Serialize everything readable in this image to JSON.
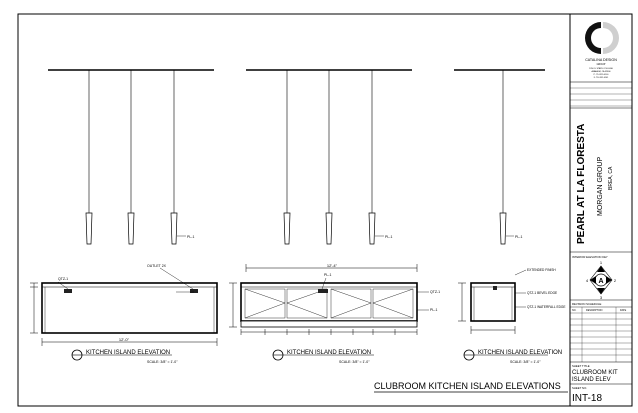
{
  "sheet": {
    "bottom_title": "CLUBROOM KITCHEN ISLAND ELEVATIONS"
  },
  "views": [
    {
      "title": "KITCHEN ISLAND ELEVATION",
      "scale": "SCALE: 3/8\" = 1'-0\"",
      "callouts": {
        "pendant": "PL-1",
        "outlet": "OUTLET 2X",
        "top_dim": "12'-0\""
      }
    },
    {
      "title": "KITCHEN ISLAND ELEVATION",
      "scale": "SCALE: 3/8\" = 1'-0\"",
      "callouts": {
        "pendant": "PL-1",
        "outlet": "PL-1",
        "top_dim": "12'-4\"",
        "right1": "QTZ-1",
        "right2": "PL-1"
      }
    },
    {
      "title": "KITCHEN ISLAND ELEVATION",
      "scale": "SCALE: 3/8\" = 1'-0\"",
      "callouts": {
        "pendant": "PL-1",
        "note1": "EXTENDED FINISH",
        "note2": "QTZ-1 BEVEL EDGE",
        "note3": "QTZ-1 WATERFALL EDGE"
      }
    }
  ],
  "title_block": {
    "firm_name": "CATALINA DESIGN",
    "firm_sub": "GROUP",
    "firm_lines": [
      "1350 S. STATE COLLEGE",
      "ANAHEIM, CA 92806",
      "P: 714.555.0100",
      "F: 714.555.0101"
    ],
    "project_name": "PEARL AT LA FLORESTA",
    "client_name": "MORGAN GROUP",
    "client_location": "BREA, CA",
    "section_label": "INTERIOR ELEVATION KEY",
    "key_letter": "A",
    "key_left": "4",
    "key_right": "2",
    "key_top": "1",
    "key_bottom": "3",
    "revision_label": "REVISION SCHEDULE",
    "revision_cols": [
      "NO.",
      "DESCRIPTION",
      "DATE"
    ],
    "sheet_title_label": "SHEET TITLE",
    "sheet_title_line1": "CLUBROOM KIT",
    "sheet_title_line2": "ISLAND ELEV",
    "sheet_no_label": "SHEET NO.",
    "sheet_number": "INT-18"
  }
}
